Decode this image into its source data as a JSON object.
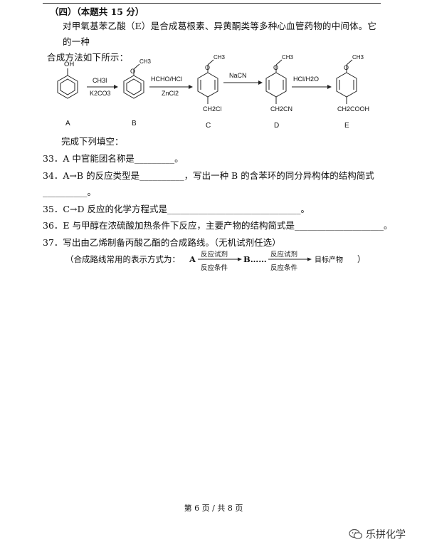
{
  "section_title": "（四）（本题共 15 分）",
  "intro": {
    "line1": "对甲氧基苯乙酸（E）是合成葛根素、异黄酮类等多种心血管药物的中间体。它的一种",
    "line2": "合成方法如下所示："
  },
  "scheme": {
    "labels": [
      "A",
      "B",
      "C",
      "D",
      "E"
    ],
    "substituents": {
      "A_top": "OH",
      "B_top": "CH3",
      "C_top": "CH3",
      "C_bottom": "CH2Cl",
      "D_top": "CH3",
      "D_bottom": "CH2CN",
      "E_top": "CH3",
      "E_bottom": "CH2COOH"
    },
    "arrows": [
      {
        "above": "CH3I",
        "below": "K2CO3"
      },
      {
        "above": "HCHO/HCl",
        "below": "ZnCl2"
      },
      {
        "above": "NaCN",
        "below": ""
      },
      {
        "above": "HCl/H2O",
        "below": ""
      }
    ]
  },
  "fill_intro": "完成下列填空：",
  "questions": {
    "q33": "33．A 中官能团名称是_________。",
    "q34_line1": "34．A→B 的反应类型是__________，写出一种 B 的含苯环的同分异构体的结构简式",
    "q34_line2": "__________。",
    "q35": "35．C→D 反应的化学方程式是______________________________。",
    "q36": "36．E 与甲醇在浓硫酸加热条件下反应，主要产物的结构简式是____________________。",
    "q37": "37．写出由乙烯制备丙酸乙酯的合成路线。（无机试剂任选）"
  },
  "route": {
    "prefix": "（合成路线常用的表示方式为：",
    "start": "A",
    "reagent": "反应试剂",
    "condition": "反应条件",
    "middle": "B……",
    "end": "目标产物",
    "suffix": "）"
  },
  "footer": "第 6 页 / 共 8 页",
  "watermark": "乐拼化学"
}
